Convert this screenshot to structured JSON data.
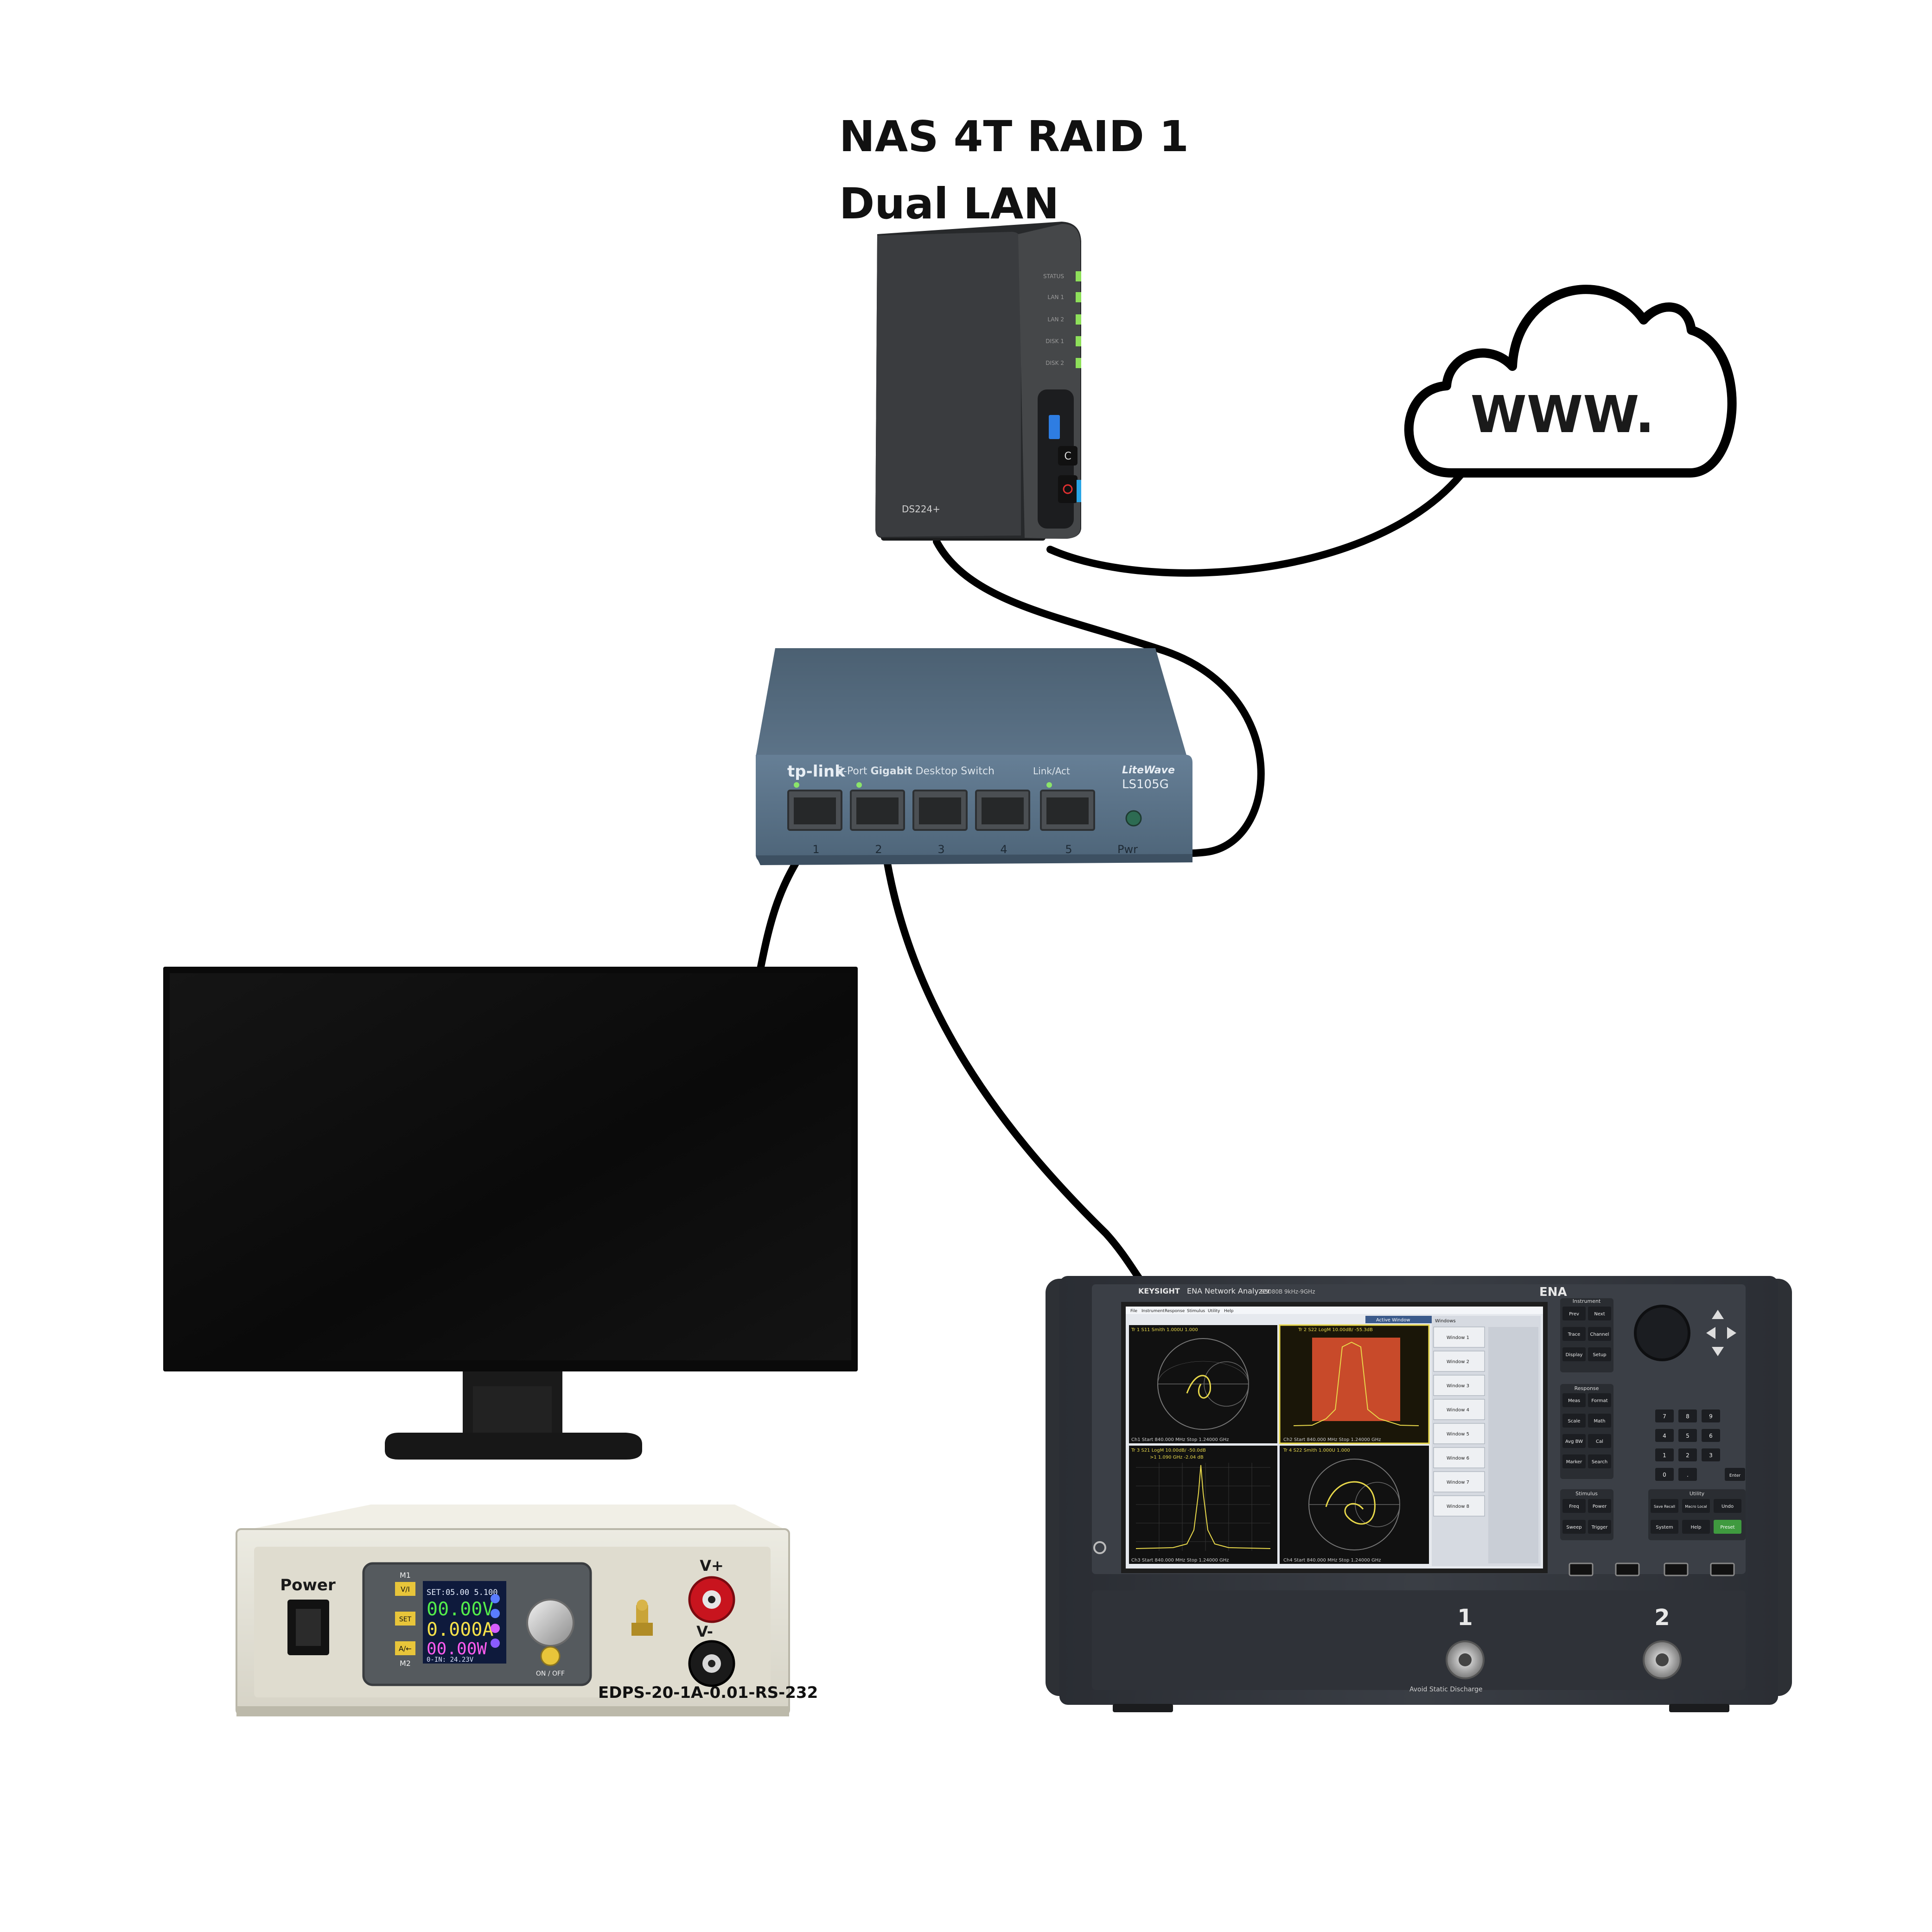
{
  "nas": {
    "title_line1": "NAS 4T RAID 1",
    "title_line2": "Dual LAN",
    "model": "DS224+",
    "leds": [
      "STATUS",
      "LAN 1",
      "LAN 2",
      "DISK 1",
      "DISK 2"
    ],
    "c_button": "C"
  },
  "cloud": {
    "label": "WWW."
  },
  "switch": {
    "brand": "tp-link",
    "subtitle_pre": "5-Port ",
    "subtitle_bold": "Gigabit",
    "subtitle_post": " Desktop Switch",
    "linkact": "Link/Act",
    "series": "LiteWave",
    "model": "LS105G",
    "power": "Pwr",
    "ports": [
      "1",
      "2",
      "3",
      "4",
      "5"
    ]
  },
  "psu": {
    "power_label": "Power",
    "vplus": "V+",
    "vminus": "V-",
    "model": "EDPS-20-1A-0.01-RS-232",
    "lcd_set": "SET:05.00  5.100",
    "lcd_volt": "00.00V",
    "lcd_amp": "0.000A",
    "lcd_watt": "00.00W",
    "lcd_footer": "0-IN: 24.23V",
    "buttons": [
      "M1",
      "V/I",
      "SET",
      "A/←",
      "M2"
    ],
    "knob_label": "ON / OFF"
  },
  "vna": {
    "brand": "KEYSIGHT",
    "title": "ENA Network Analyzer",
    "model": "E5080B",
    "range": "9kHz-9GHz",
    "badge": "ENA",
    "port1": "1",
    "port2": "2",
    "esd_note": "Avoid Static Discharge",
    "groups": [
      "Instrument",
      "Response",
      "Stimulus",
      "Utility"
    ],
    "instrument_keys": [
      "Prev",
      "Next",
      "Trace",
      "Channel",
      "Display",
      "Setup"
    ],
    "response_keys": [
      "Meas",
      "Format",
      "Scale",
      "Math",
      "Avg BW",
      "Cal",
      "Marker",
      "Search"
    ],
    "stimulus_keys": [
      "Freq",
      "Power",
      "Sweep",
      "Trigger"
    ],
    "utility_keys": [
      "Save Recall",
      "Macro Local",
      "Undo",
      "System",
      "Help",
      "Preset"
    ],
    "numpad": [
      "7",
      "8",
      "9",
      "4",
      "5",
      "6",
      "1",
      "2",
      "3",
      "0",
      ".",
      "Enter"
    ],
    "menu": [
      "File",
      "Instrument",
      "Response",
      "Stimulus",
      "Utility",
      "Help"
    ],
    "active_window": "Active Window",
    "side_header": "Windows",
    "side_items": [
      "Window 1",
      "Window 2",
      "Window 3",
      "Window 4",
      "Window 5",
      "Window 6",
      "Window 7",
      "Window 8"
    ],
    "traces": [
      {
        "header": "Tr 1  S11 Smith 1.000U  1.000",
        "footer": "Ch1  Start 840.000 MHz  Stop 1.24000 GHz"
      },
      {
        "header": "Tr 2  S22 LogM 10.00dB/ -55.3dB",
        "footer": "Ch2  Start 840.000 MHz  Stop 1.24000 GHz"
      },
      {
        "header": "Tr 3  S21 LogM 10.00dB/ -50.0dB",
        "footer": "Ch3  Start 840.000 MHz  Stop 1.24000 GHz"
      },
      {
        "header": "Tr 4  S22 Smith 1.000U  1.000",
        "footer": "Ch4  Start 840.000 MHz  Stop 1.24000 GHz"
      }
    ],
    "marker": ">1  1.090 GHz  -2.04 dB"
  },
  "colors": {
    "background": "#ffffff",
    "cable": "#000000",
    "nas_body": "#2f3133",
    "switch_body": "#4f6478",
    "psu_body": "#e3e0d4",
    "vna_body": "#33363c",
    "trace_yellow": "#e8d84a",
    "psu_red": "#c8141e"
  }
}
